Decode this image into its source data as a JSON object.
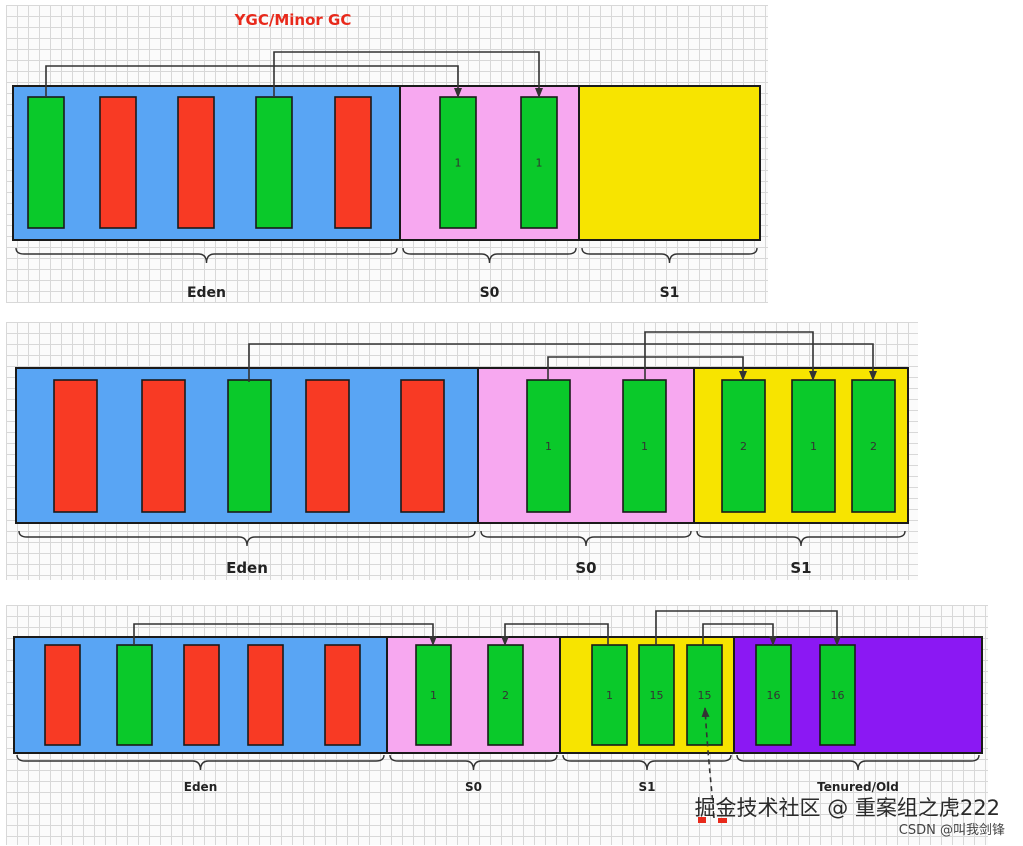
{
  "title": "YGC/Minor GC",
  "colors": {
    "eden": "#59a5f4",
    "s0": "#f7a8f0",
    "s1": "#f7e400",
    "tenured": "#8b18f3",
    "live": "#0ac92a",
    "dead": "#f83a24",
    "title": "#e8291b",
    "line": "#333333"
  },
  "diagrams": [
    {
      "regions": [
        {
          "key": "eden",
          "label": "Eden",
          "objects": [
            "live",
            "dead",
            "dead",
            "live",
            "dead"
          ]
        },
        {
          "key": "s0",
          "label": "S0",
          "objects": [
            "1",
            "1"
          ]
        },
        {
          "key": "s1",
          "label": "S1",
          "objects": []
        }
      ]
    },
    {
      "regions": [
        {
          "key": "eden",
          "label": "Eden",
          "objects": [
            "dead",
            "dead",
            "live",
            "dead",
            "dead"
          ]
        },
        {
          "key": "s0",
          "label": "S0",
          "objects": [
            "1",
            "1"
          ]
        },
        {
          "key": "s1",
          "label": "S1",
          "objects": [
            "2",
            "1",
            "2"
          ]
        }
      ]
    },
    {
      "regions": [
        {
          "key": "eden",
          "label": "Eden",
          "objects": [
            "dead",
            "live",
            "dead",
            "dead",
            "dead"
          ]
        },
        {
          "key": "s0",
          "label": "S0",
          "objects": [
            "1",
            "2"
          ]
        },
        {
          "key": "s1",
          "label": "S1",
          "objects": [
            "1",
            "15",
            "15"
          ]
        },
        {
          "key": "tenured",
          "label": "Tenured/Old",
          "objects": [
            "16",
            "16"
          ]
        }
      ]
    }
  ],
  "watermark": "掘金技术社区 @ 重案组之虎222",
  "credit": "CSDN @叫我剑锋"
}
